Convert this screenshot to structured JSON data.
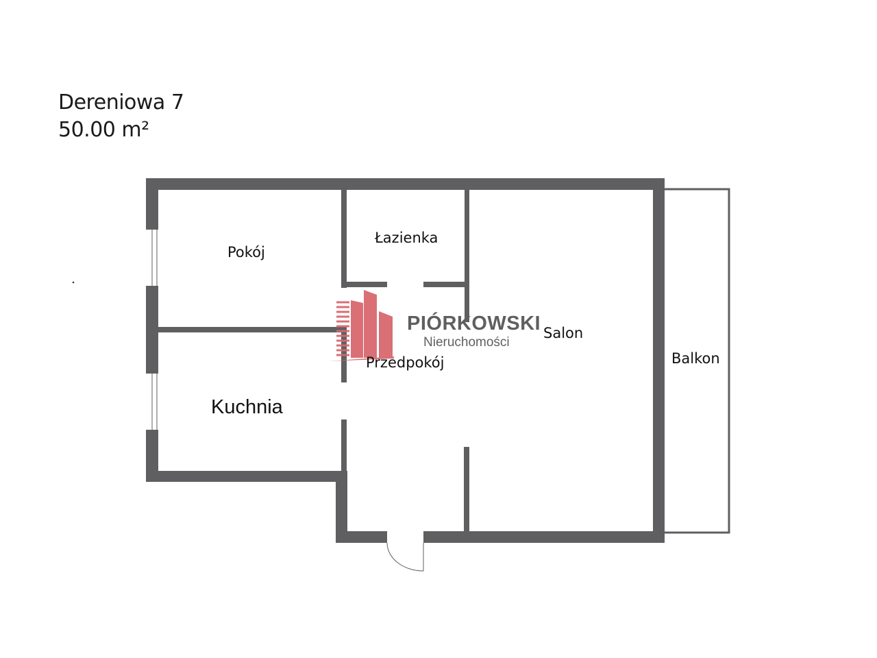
{
  "header": {
    "address": "Dereniowa 7",
    "area": "50.00 m²"
  },
  "rooms": {
    "pokoj": "Pokój",
    "lazienka": "Łazienka",
    "salon": "Salon",
    "przedpokoj": "Przedpokój",
    "kuchnia": "Kuchnia",
    "balkon": "Balkon"
  },
  "logo": {
    "brand": "PIÓRKOWSKI",
    "tagline": "Nieruchomości"
  },
  "colors": {
    "wall": "#5f5f61",
    "logo_red": "#d9686f"
  }
}
